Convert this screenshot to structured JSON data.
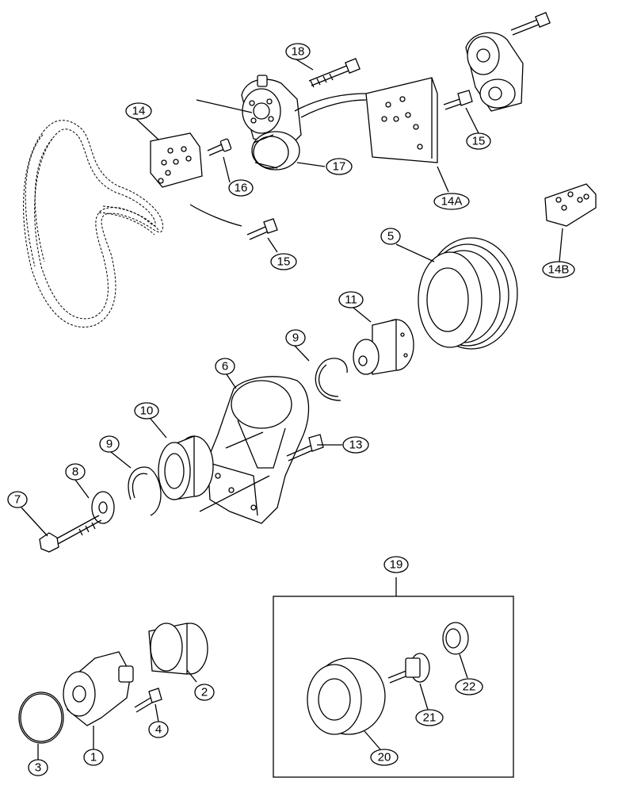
{
  "callouts": {
    "c1": "1",
    "c2": "2",
    "c3": "3",
    "c4": "4",
    "c5": "5",
    "c6": "6",
    "c7": "7",
    "c8": "8",
    "c9a": "9",
    "c9b": "9",
    "c10": "10",
    "c11": "11",
    "c13": "13",
    "c14": "14",
    "c14a": "14A",
    "c14b": "14B",
    "c15a": "15",
    "c15b": "15",
    "c16": "16",
    "c17": "17",
    "c18": "18",
    "c19": "19",
    "c20": "20",
    "c21": "21",
    "c22": "22"
  }
}
